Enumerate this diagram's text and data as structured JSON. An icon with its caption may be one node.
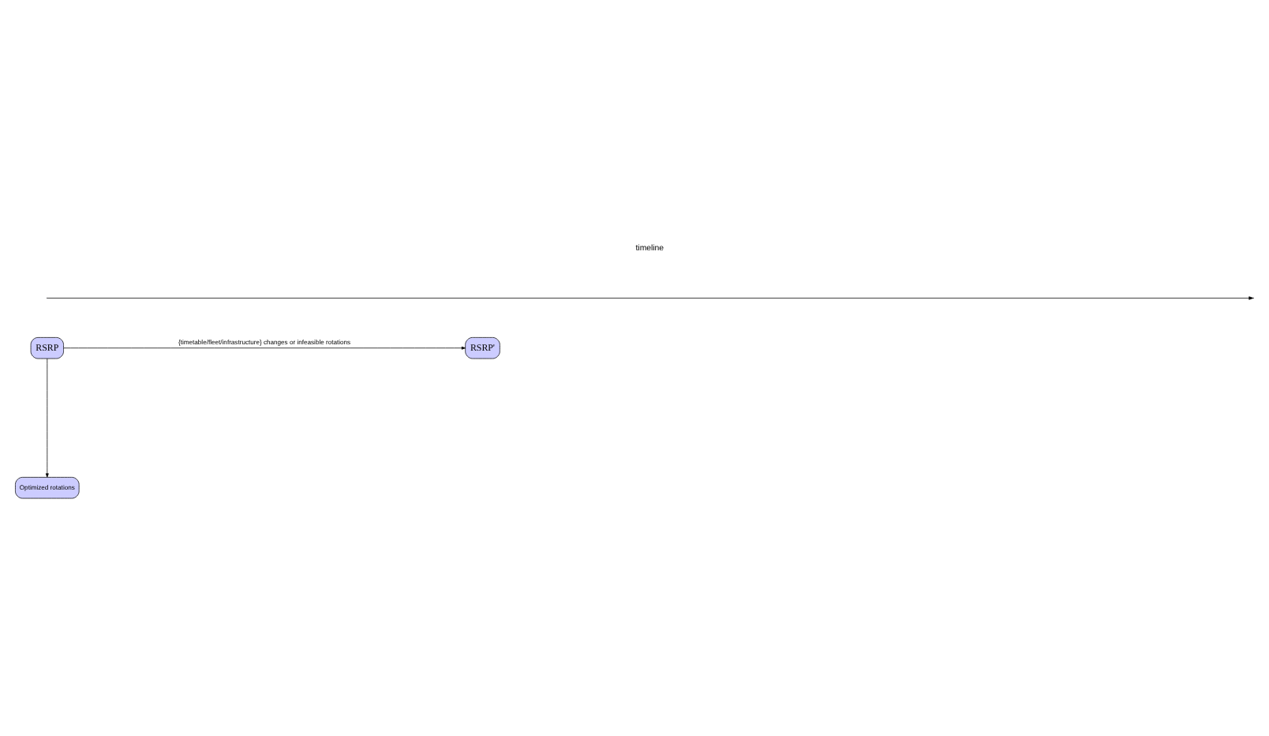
{
  "diagram": {
    "nodes": [
      {
        "text": [
          "RSRP"
        ]
      },
      {
        "text": [
          "RSRP'"
        ]
      },
      {
        "text": [
          "Optimized rotations"
        ]
      }
    ],
    "edges": [
      {
        "from": 0,
        "to": 1,
        "arrow": "to",
        "label": "{timetable/fleet/infrastructure} changes or infeasible rotations"
      },
      {
        "from": 0,
        "to": 2,
        "arrow": "to"
      }
    ],
    "labels": [
      "timeline"
    ]
  }
}
